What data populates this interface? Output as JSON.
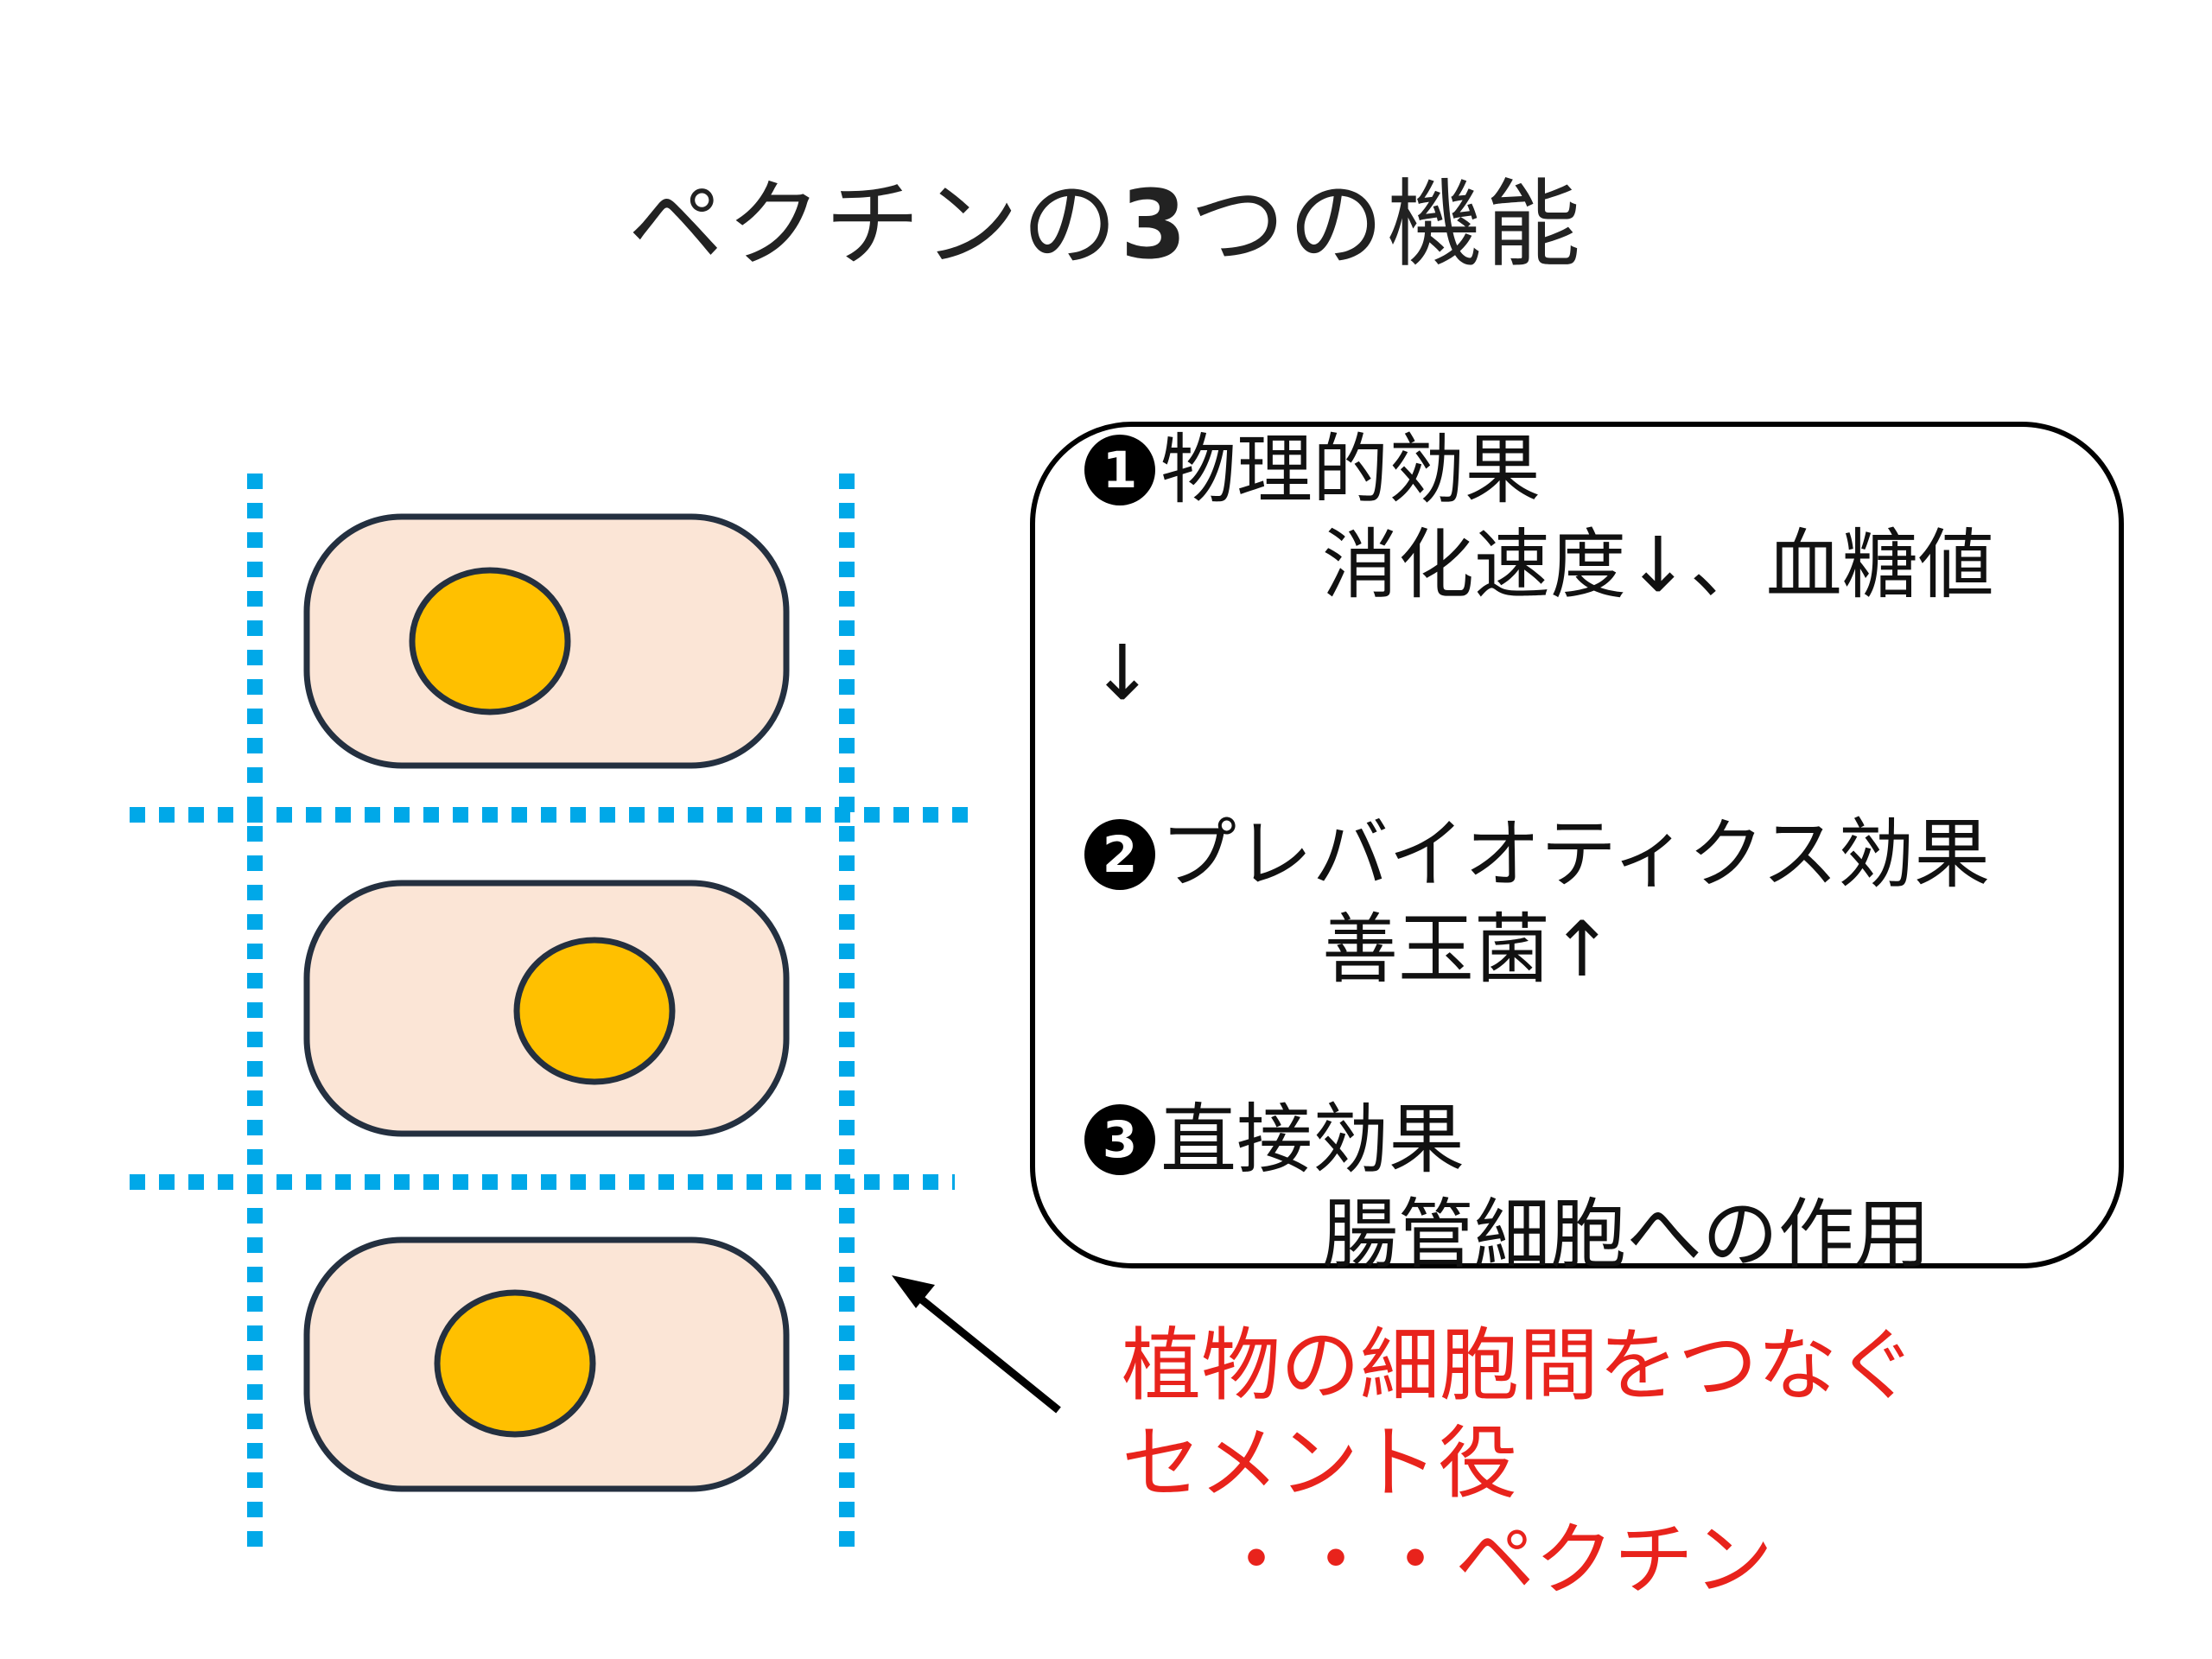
{
  "title": {
    "prefix": "ペクチンの",
    "number": "3",
    "suffix": "つの機能"
  },
  "functions": [
    {
      "badge": "1",
      "heading": "物理的効果",
      "detail": "消化速度↓、血糖値",
      "detail_wrap": "↓"
    },
    {
      "badge": "2",
      "heading": "プレバイオティクス効果",
      "detail": "善玉菌↑"
    },
    {
      "badge": "3",
      "heading": "直接効果",
      "detail": "腸管細胞への作用"
    }
  ],
  "note": {
    "line1": "植物の細胞間をつなぐ",
    "line2": "セメント役",
    "line3": "・・・ペクチン"
  },
  "colors": {
    "cell_fill": "#fbe5d6",
    "cell_stroke": "#243040",
    "nucleus_fill": "#ffc000",
    "boundary_dots": "#00a8e8",
    "note_text": "#e8231c",
    "arrow": "#000000"
  },
  "icons": {
    "pointer": "arrow-icon"
  }
}
